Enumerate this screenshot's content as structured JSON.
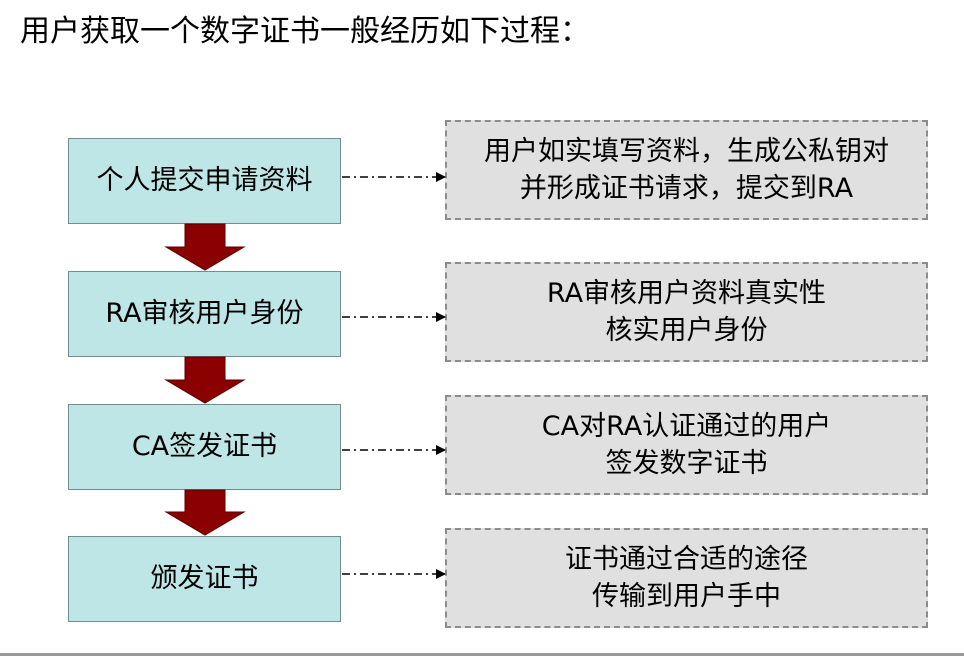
{
  "title": "用户获取一个数字证书一般经历如下过程：",
  "colors": {
    "step_fill": "#bfe6e6",
    "desc_fill": "#e0e0e0",
    "arrow_fill": "#8b0000",
    "connector": "#000000"
  },
  "steps": [
    {
      "label": "个人提交申请资料",
      "description": [
        "用户如实填写资料，生成公私钥对",
        "并形成证书请求，提交到RA"
      ]
    },
    {
      "label": "RA审核用户身份",
      "description": [
        "RA审核用户资料真实性",
        "核实用户身份"
      ]
    },
    {
      "label": "CA签发证书",
      "description": [
        "CA对RA认证通过的用户",
        "签发数字证书"
      ]
    },
    {
      "label": "颁发证书",
      "description": [
        "证书通过合适的途径",
        "传输到用户手中"
      ]
    }
  ]
}
